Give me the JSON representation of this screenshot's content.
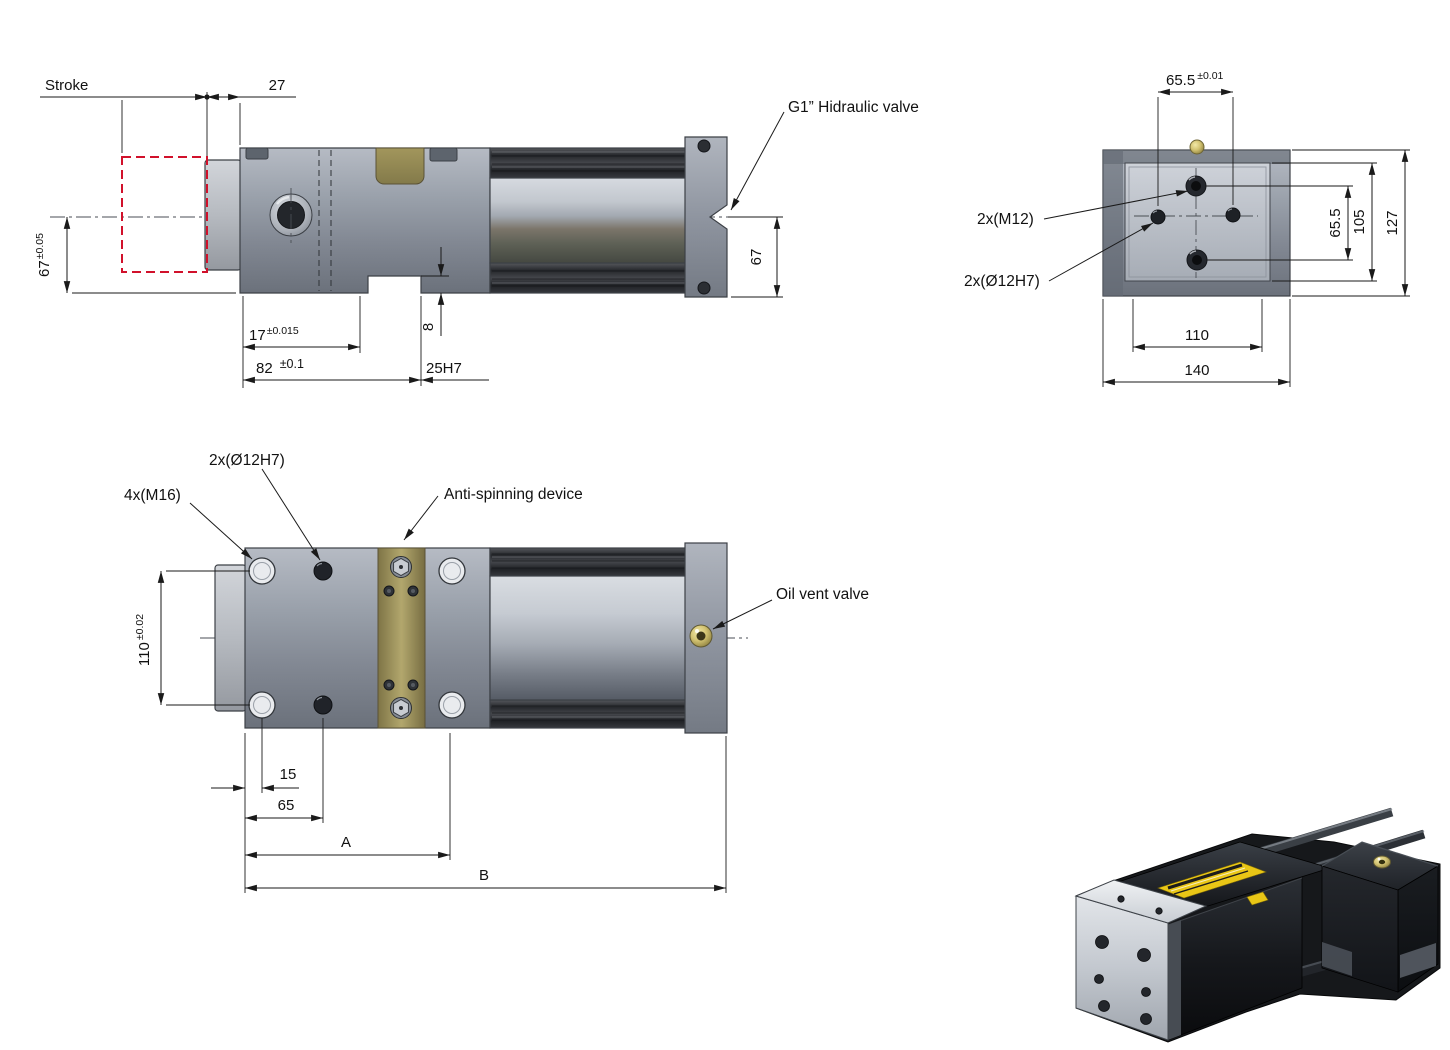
{
  "side_view": {
    "stroke_label": "Stroke",
    "dim_27": "27",
    "dim_67_left": "67",
    "dim_67_left_tol": "±0.05",
    "dim_67_right": "67",
    "dim_17": "17",
    "dim_17_tol": "±0.015",
    "dim_82": "82",
    "dim_82_tol": "±0.1",
    "dim_25h7": "25H7",
    "dim_8": "8",
    "valve_label": "G1” Hidraulic valve"
  },
  "end_view": {
    "dim_655_top": "65.5",
    "dim_655_top_tol": "±0.01",
    "label_m12": "2x(M12)",
    "label_dowel": "2x(Ø12H7)",
    "dim_655_right": "65.5",
    "dim_105": "105",
    "dim_127": "127",
    "dim_110": "110",
    "dim_140": "140"
  },
  "top_view": {
    "label_dowel": "2x(Ø12H7)",
    "label_m16": "4x(M16)",
    "label_antispin": "Anti-spinning device",
    "label_oil_vent": "Oil vent valve",
    "dim_110": "110",
    "dim_110_tol": "±0.02",
    "dim_15": "15",
    "dim_65": "65",
    "dim_a": "A",
    "dim_b": "B"
  },
  "colors": {
    "dimension_ink": "#1a1a1a",
    "stroke_outline_red": "#d1112b",
    "body_gray": "#99a0aa",
    "brass": "#ac9f66",
    "warning_label_yellow": "#e9c616"
  }
}
